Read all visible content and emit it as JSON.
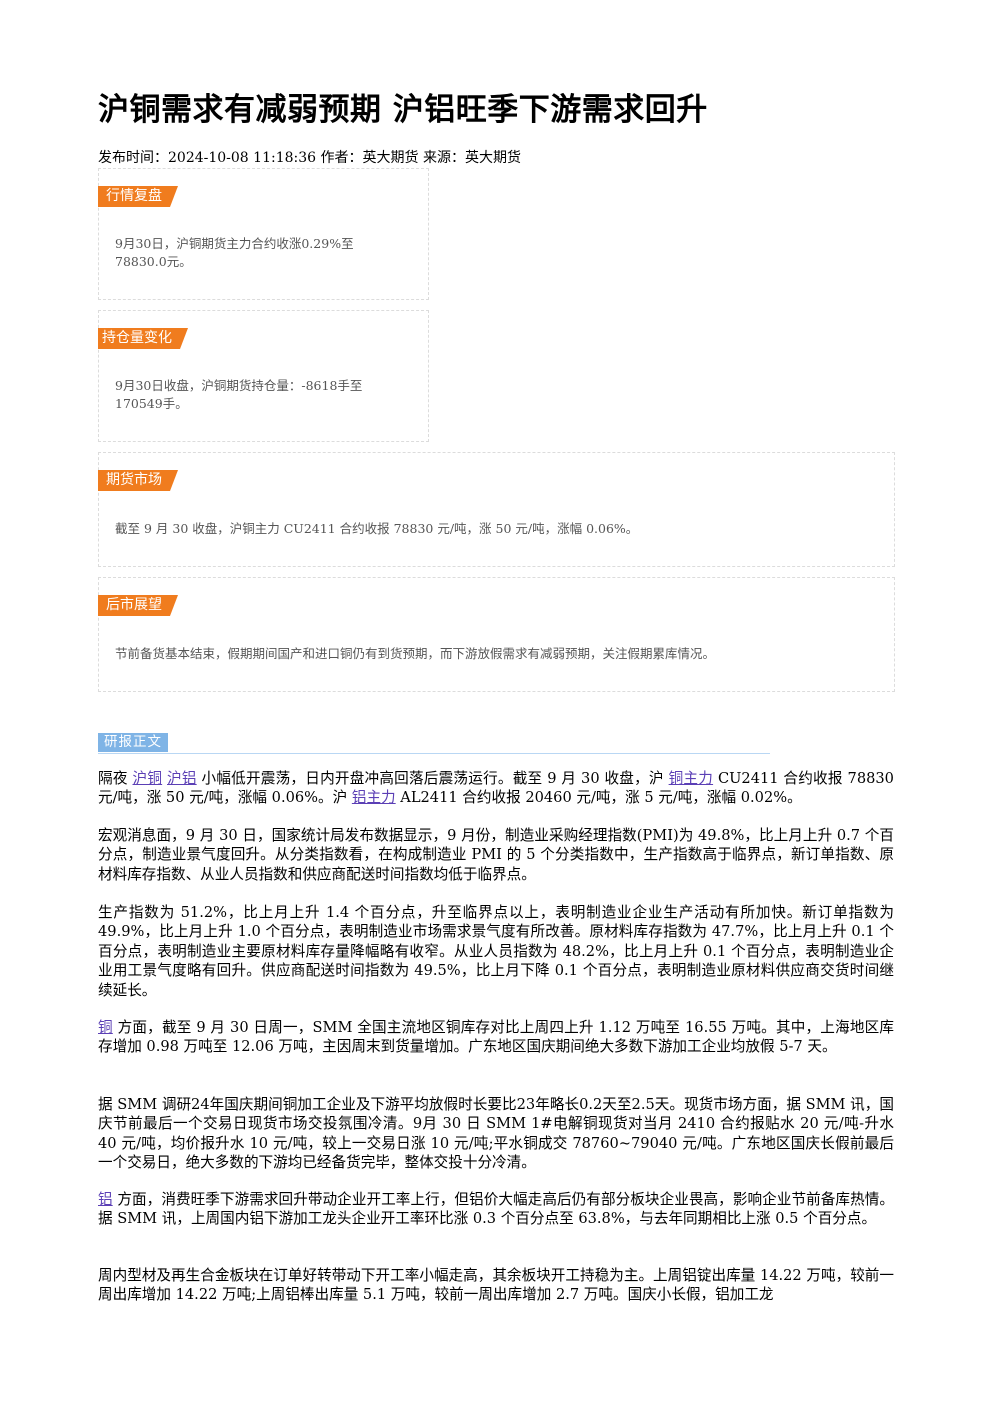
{
  "article": {
    "title": "沪铜需求有减弱预期 沪铝旺季下游需求回升",
    "publish_label": "发布时间：",
    "publish_time": "2024-10-08 11:18:36",
    "author_label": " 作者：",
    "author": "英大期货",
    "source_label": " 来源：",
    "source": "英大期货"
  },
  "boxes": {
    "market_review": {
      "tag": "行情复盘",
      "line1": "9月30日，沪铜期货主力合约收涨0.29%至",
      "line2": "78830.0元。"
    },
    "position_change": {
      "tag": "持仓量变化",
      "line1": "9月30日收盘，沪铜期货持仓量：-8618手至",
      "line2": "170549手。"
    },
    "futures_market": {
      "tag": "期货市场",
      "text": "截至 9 月 30 收盘，沪铜主力 CU2411 合约收报 78830 元/吨，涨 50 元/吨，涨幅 0.06%。"
    },
    "outlook": {
      "tag": "后市展望",
      "text": "节前备货基本结束，假期期间国产和进口铜仍有到货预期，而下游放假需求有减弱预期，关注假期累库情况。"
    }
  },
  "report": {
    "section_label": "研报正文",
    "p1": {
      "a": "隔夜 ",
      "link1": "沪铜",
      "b": " ",
      "link2": "沪铝",
      "c": " 小幅低开震荡，日内开盘冲高回落后震荡运行。截至 9 月 30 收盘，沪 ",
      "link3": "铜主力",
      "d": " CU2411 合约收报 78830 元/吨，涨 50 元/吨，涨幅 0.06%。沪 ",
      "link4": "铝主力",
      "e": " AL2411 合约收报 20460 元/吨，涨 5 元/吨，涨幅 0.02%。"
    },
    "p2": "宏观消息面，9 月 30 日，国家统计局发布数据显示，9 月份，制造业采购经理指数(PMI)为 49.8%，比上月上升 0.7 个百分点，制造业景气度回升。从分类指数看，在构成制造业 PMI 的 5 个分类指数中，生产指数高于临界点，新订单指数、原材料库存指数、从业人员指数和供应商配送时间指数均低于临界点。",
    "p3": "生产指数为 51.2%，比上月上升 1.4 个百分点，升至临界点以上，表明制造业企业生产活动有所加快。新订单指数为 49.9%，比上月上升 1.0 个百分点，表明制造业市场需求景气度有所改善。原材料库存指数为 47.7%，比上月上升 0.1 个百分点，表明制造业主要原材料库存量降幅略有收窄。从业人员指数为 48.2%，比上月上升 0.1 个百分点，表明制造业企业用工景气度略有回升。供应商配送时间指数为 49.5%，比上月下降 0.1 个百分点，表明制造业原材料供应商交货时间继续延长。",
    "p4": {
      "link": "铜",
      "text": " 方面，截至 9 月 30 日周一，SMM 全国主流地区铜库存对比上周四上升 1.12 万吨至 16.55 万吨。其中，上海地区库存增加 0.98 万吨至 12.06 万吨，主因周末到货量增加。广东地区国庆期间绝大多数下游加工企业均放假 5-7 天。"
    },
    "p5": "据 SMM 调研24年国庆期间铜加工企业及下游平均放假时长要比23年略长0.2天至2.5天。现货市场方面，据 SMM 讯，国庆节前最后一个交易日现货市场交投氛围冷清。9月 30 日 SMM 1#电解铜现货对当月 2410 合约报贴水 20 元/吨-升水 40 元/吨，均价报升水 10 元/吨，较上一交易日涨 10 元/吨;平水铜成交 78760~79040 元/吨。广东地区国庆长假前最后一个交易日，绝大多数的下游均已经备货完毕，整体交投十分冷清。",
    "p6": {
      "link": "铝",
      "text": " 方面，消费旺季下游需求回升带动企业开工率上行，但铝价大幅走高后仍有部分板块企业畏高，影响企业节前备库热情。据 SMM 讯，上周国内铝下游加工龙头企业开工率环比涨 0.3 个百分点至 63.8%，与去年同期相比上涨 0.5 个百分点。"
    },
    "p7": "周内型材及再生合金板块在订单好转带动下开工率小幅走高，其余板块开工持稳为主。上周铝锭出库量 14.22 万吨，较前一周出库增加 14.22 万吨;上周铝棒出库量 5.1 万吨，较前一周出库增加 2.7 万吨。国庆小长假，铝加工龙"
  },
  "colors": {
    "tag_orange": "#f07c1e",
    "section_blue": "#7fb4e6",
    "link_purple": "#5b3fb5"
  }
}
